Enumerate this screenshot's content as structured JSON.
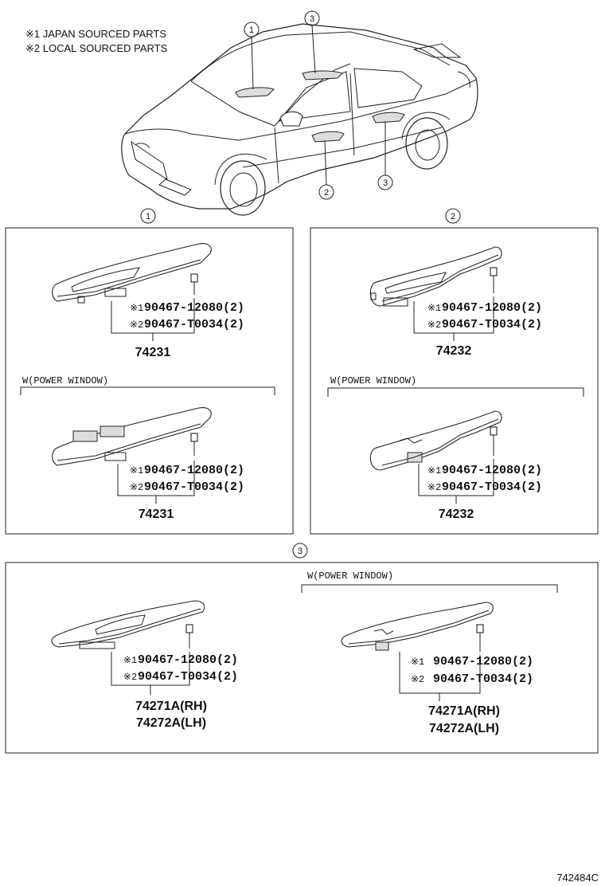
{
  "notes": {
    "japan": "※1 JAPAN SOURCED PARTS",
    "local": "※2 LOCAL SOURCED PARTS"
  },
  "car_callouts": [
    "1",
    "3",
    "2",
    "3"
  ],
  "sections": [
    {
      "marker": "1",
      "upper": {
        "screw1_mark": "※1",
        "screw1": "90467-12080(2)",
        "screw2_mark": "※2",
        "screw2": "90467-T0034(2)",
        "part": "74231"
      },
      "condition": "W(POWER WINDOW)",
      "lower": {
        "screw1_mark": "※1",
        "screw1": "90467-12080(2)",
        "screw2_mark": "※2",
        "screw2": "90467-T0034(2)",
        "part": "74231"
      }
    },
    {
      "marker": "2",
      "upper": {
        "screw1_mark": "※1",
        "screw1": "90467-12080(2)",
        "screw2_mark": "※2",
        "screw2": "90467-T0034(2)",
        "part": "74232"
      },
      "condition": "W(POWER WINDOW)",
      "lower": {
        "screw1_mark": "※1",
        "screw1": "90467-12080(2)",
        "screw2_mark": "※2",
        "screw2": "90467-T0034(2)",
        "part": "74232"
      }
    },
    {
      "marker": "3",
      "left": {
        "screw1_mark": "※1",
        "screw1": "90467-12080(2)",
        "screw2_mark": "※2",
        "screw2": "90467-T0034(2)",
        "part_rh": "74271A(RH)",
        "part_lh": "74272A(LH)"
      },
      "condition": "W(POWER WINDOW)",
      "right": {
        "screw1_mark": "※1",
        "screw1": "90467-12080(2)",
        "screw2_mark": "※2",
        "screw2": "90467-T0034(2)",
        "part_rh": "74271A(RH)",
        "part_lh": "74272A(LH)"
      }
    }
  ],
  "drawing_code": "742484C"
}
